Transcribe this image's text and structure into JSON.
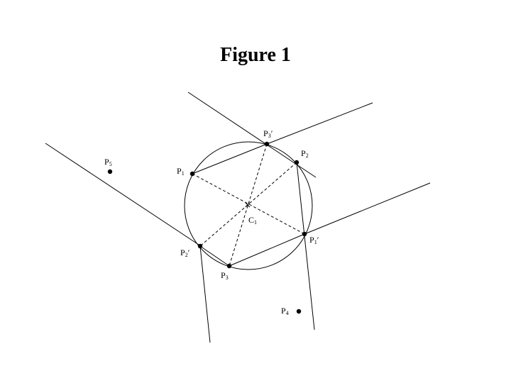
{
  "title": "Figure 1",
  "points": {
    "P1": {
      "base": "P",
      "sub": "1",
      "prime": ""
    },
    "P2": {
      "base": "P",
      "sub": "2",
      "prime": ""
    },
    "P3": {
      "base": "P",
      "sub": "3",
      "prime": ""
    },
    "P4": {
      "base": "P",
      "sub": "4",
      "prime": ""
    },
    "P5": {
      "base": "P",
      "sub": "5",
      "prime": ""
    },
    "P1p": {
      "base": "P",
      "sub": "1",
      "prime": "′"
    },
    "P2p": {
      "base": "P",
      "sub": "2",
      "prime": "′"
    },
    "P3p": {
      "base": "P",
      "sub": "3",
      "prime": "′"
    },
    "C1": {
      "base": "C",
      "sub": "1",
      "prime": ""
    }
  },
  "colors": {
    "ink": "#000000",
    "background": "#ffffff"
  }
}
